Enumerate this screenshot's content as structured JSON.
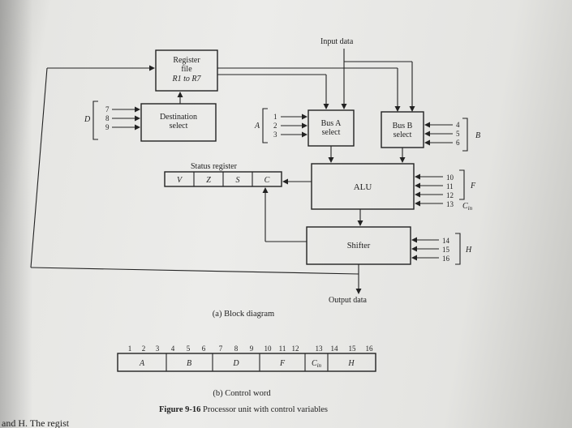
{
  "diagram": {
    "input_data": "Input data",
    "output_data": "Output data",
    "register_file": [
      "Register",
      "file",
      "R1 to R7"
    ],
    "destination_select": [
      "Destination",
      "select"
    ],
    "bus_a_select": [
      "Bus A",
      "select"
    ],
    "bus_b_select": [
      "Bus B",
      "select"
    ],
    "alu": "ALU",
    "shifter": "Shifter",
    "status_register": "Status register",
    "status_bits": [
      "V",
      "Z",
      "S",
      "C"
    ],
    "d_label": "D",
    "d_lines": [
      "7",
      "8",
      "9"
    ],
    "a_label": "A",
    "a_lines": [
      "1",
      "2",
      "3"
    ],
    "b_label": "B",
    "b_lines": [
      "4",
      "5",
      "6"
    ],
    "f_label": "F",
    "f_lines": [
      "10",
      "11",
      "12"
    ],
    "cin_line": "13",
    "cin_label": "C",
    "cin_sub": "in",
    "h_label": "H",
    "h_lines": [
      "14",
      "15",
      "16"
    ],
    "caption_a": "(a) Block diagram"
  },
  "control_word": {
    "bit_numbers": [
      "1",
      "2",
      "3",
      "4",
      "5",
      "6",
      "7",
      "8",
      "9",
      "10",
      "11",
      "12",
      "13",
      "14",
      "15",
      "16"
    ],
    "fields": [
      "A",
      "B",
      "D",
      "F",
      "C",
      "H"
    ],
    "cin_sub": "in",
    "caption_b": "(b) Control word"
  },
  "figure_caption": {
    "label": "Figure 9-16",
    "text": "Processor unit with control variables"
  },
  "body_text_fragment": "and H.  The regist"
}
